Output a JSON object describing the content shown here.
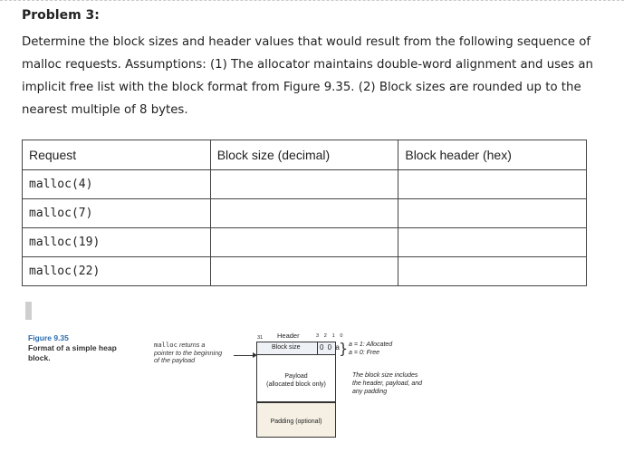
{
  "problem": {
    "title": "Problem 3:",
    "text": "Determine the block sizes and header values that would result from the following sequence of malloc requests. Assumptions: (1) The allocator maintains double-word alignment and uses an implicit free list with the block format from Figure 9.35. (2) Block sizes are rounded up to the nearest multiple of 8 bytes."
  },
  "table": {
    "headers": [
      "Request",
      "Block size (decimal)",
      "Block header (hex)"
    ],
    "rows": [
      {
        "request": "malloc(4)",
        "size": "",
        "header": ""
      },
      {
        "request": "malloc(7)",
        "size": "",
        "header": ""
      },
      {
        "request": "malloc(19)",
        "size": "",
        "header": ""
      },
      {
        "request": "malloc(22)",
        "size": "",
        "header": ""
      }
    ]
  },
  "figure": {
    "number": "Figure 9.35",
    "title_line1": "Format of a simple heap",
    "title_line2": "block.",
    "malloc_note_code": "malloc",
    "malloc_note_rest1": " returns a",
    "malloc_note_line2": "pointer to the beginning",
    "malloc_note_line3": "of the payload",
    "bit31": "31",
    "header_label": "Header",
    "bit_numbers": "3 2 1 0",
    "block_size_label": "Block size",
    "low_bits": "0 0 a",
    "payload_line1": "Payload",
    "payload_line2": "(allocated block only)",
    "padding_label": "Padding (optional)",
    "alloc_line1": "a = 1: Allocated",
    "alloc_line2": "a = 0: Free",
    "note_line1": "The block size includes",
    "note_line2": "the header, payload, and",
    "note_line3": "any padding"
  }
}
